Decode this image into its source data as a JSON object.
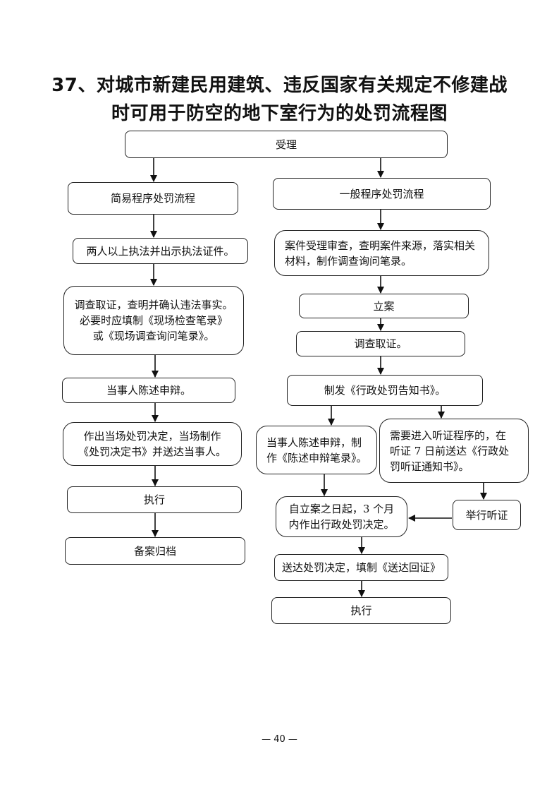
{
  "title": {
    "line1": "37、对城市新建民用建筑、违反国家有关规定不修建战",
    "line2": "时可用于防空的地下室行为的处罚流程图"
  },
  "nodes": {
    "accept": "受理",
    "simple_flow": "简易程序处罚流程",
    "general_flow": "一般程序处罚流程",
    "s_step1": "两人以上执法并出示执法证件。",
    "s_step2": [
      "调查取证，查明并确认违法事实。",
      "必要时应填制《现场检查笔录》",
      "或《现场调查询问笔录》。"
    ],
    "s_step3": "当事人陈述申辩。",
    "s_step4": [
      "作出当场处罚决定，当场制作",
      "《处罚决定书》并送达当事人。"
    ],
    "s_step5": "执行",
    "s_step6": "备案归档",
    "g_step1": [
      "案件受理审查，查明案件来源，落实相关",
      "材料，制作调查询问笔录。"
    ],
    "g_step2": "立案",
    "g_step3": "调查取证。",
    "g_step4": "制发《行政处罚告知书》。",
    "g_step5a": [
      "当事人陈述申辩，制",
      "作《陈述申辩笔录》。"
    ],
    "g_step5b": [
      "需要进入听证程序的，在",
      "听证 7 日前送达《行政处",
      "罚听证通知书》。"
    ],
    "g_hearing": "举行听证",
    "g_step6": [
      "自立案之日起，3 个月",
      "内作出行政处罚决定。"
    ],
    "g_step7": "送达处罚决定，填制《送达回证》",
    "g_step8": "执行"
  },
  "page_number": "— 40 —"
}
